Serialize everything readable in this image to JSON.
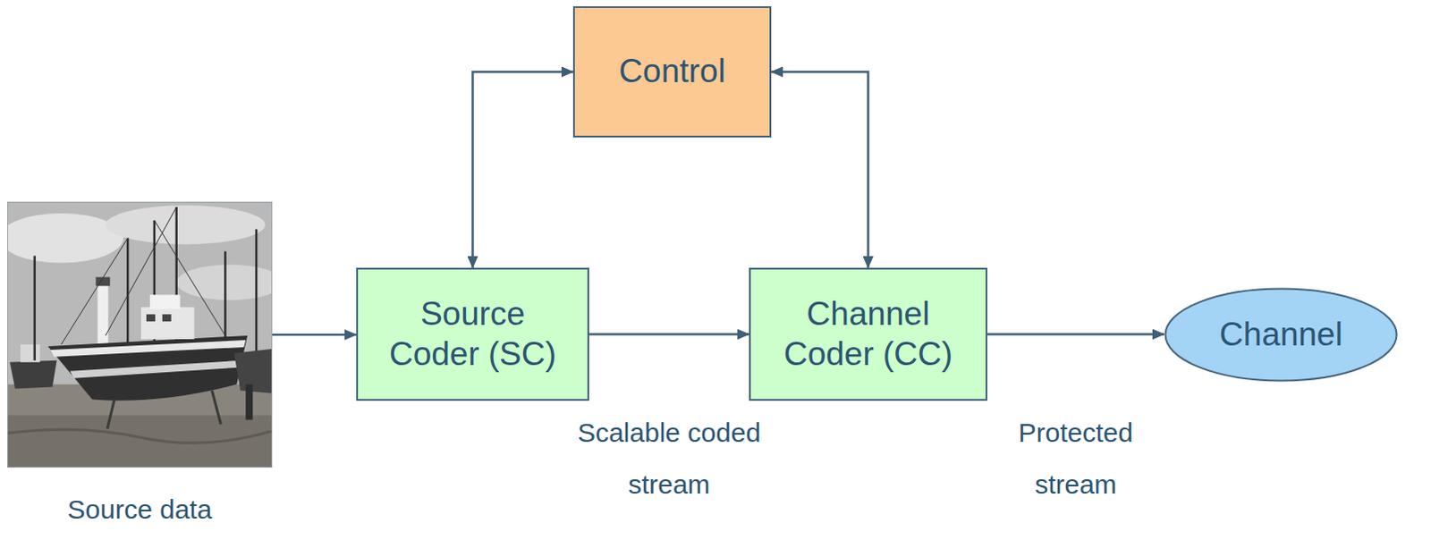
{
  "diagram": {
    "nodes": [
      {
        "text": [
          "Control"
        ]
      },
      {
        "text": [
          "Source data"
        ]
      },
      {
        "text": [
          "Source Coder (SC)"
        ]
      },
      {
        "text": [
          "Channel Coder (CC)"
        ]
      },
      {
        "text": [
          "Channel"
        ]
      }
    ],
    "edges": [
      {
        "from": 1,
        "to": 2,
        "arrow": "to"
      },
      {
        "from": 2,
        "to": 3,
        "arrow": "to",
        "label": "Scalable coded stream"
      },
      {
        "from": 3,
        "to": 4,
        "arrow": "to",
        "label": "Protected stream"
      },
      {
        "from": 2,
        "to": 0,
        "arrow": "both"
      },
      {
        "from": 3,
        "to": 0,
        "arrow": "both"
      }
    ]
  }
}
